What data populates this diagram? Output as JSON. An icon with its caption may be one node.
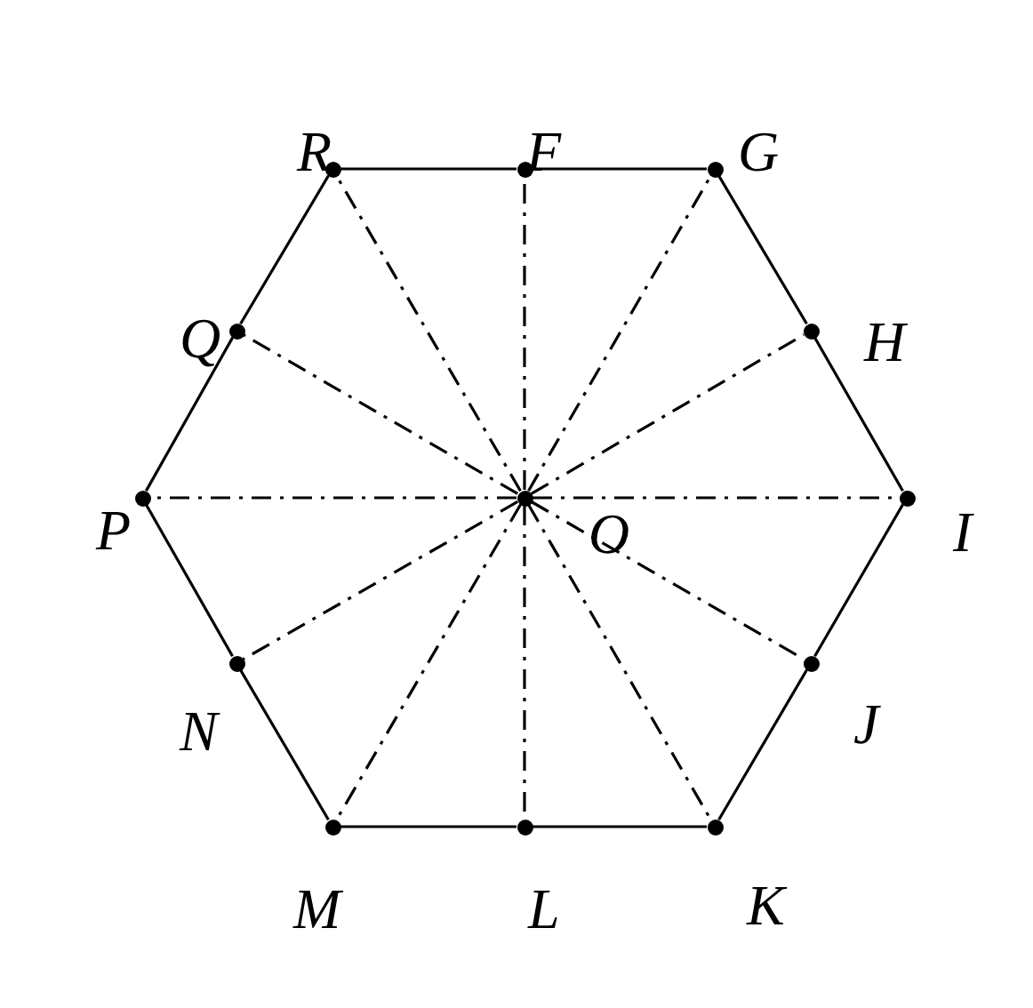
{
  "diagram": {
    "nodes": [
      {
        "text": [
          "R"
        ]
      },
      {
        "text": [
          "F"
        ]
      },
      {
        "text": [
          "G"
        ]
      },
      {
        "text": [
          "H"
        ]
      },
      {
        "text": [
          "I"
        ]
      },
      {
        "text": [
          "J"
        ]
      },
      {
        "text": [
          "K"
        ]
      },
      {
        "text": [
          "L"
        ]
      },
      {
        "text": [
          "M"
        ]
      },
      {
        "text": [
          "N"
        ]
      },
      {
        "text": [
          "P"
        ]
      },
      {
        "text": [
          "Q"
        ]
      },
      {
        "text": [
          "O"
        ]
      }
    ],
    "edges": [
      {
        "from": 0,
        "to": 1,
        "arrow": "none"
      },
      {
        "from": 1,
        "to": 2,
        "arrow": "none"
      },
      {
        "from": 2,
        "to": 3,
        "arrow": "none"
      },
      {
        "from": 3,
        "to": 4,
        "arrow": "none"
      },
      {
        "from": 4,
        "to": 5,
        "arrow": "none"
      },
      {
        "from": 5,
        "to": 6,
        "arrow": "none"
      },
      {
        "from": 6,
        "to": 7,
        "arrow": "none"
      },
      {
        "from": 7,
        "to": 8,
        "arrow": "none"
      },
      {
        "from": 8,
        "to": 9,
        "arrow": "none"
      },
      {
        "from": 9,
        "to": 10,
        "arrow": "none"
      },
      {
        "from": 10,
        "to": 11,
        "arrow": "none"
      },
      {
        "from": 11,
        "to": 0,
        "arrow": "none"
      },
      {
        "from": 12,
        "to": 0,
        "arrow": "none",
        "style": "dashed"
      },
      {
        "from": 12,
        "to": 1,
        "arrow": "none",
        "style": "dashed"
      },
      {
        "from": 12,
        "to": 2,
        "arrow": "none",
        "style": "dashed"
      },
      {
        "from": 12,
        "to": 3,
        "arrow": "none",
        "style": "dashed"
      },
      {
        "from": 12,
        "to": 4,
        "arrow": "none",
        "style": "dashed"
      },
      {
        "from": 12,
        "to": 5,
        "arrow": "none",
        "style": "dashed"
      },
      {
        "from": 12,
        "to": 6,
        "arrow": "none",
        "style": "dashed"
      },
      {
        "from": 12,
        "to": 7,
        "arrow": "none",
        "style": "dashed"
      },
      {
        "from": 12,
        "to": 8,
        "arrow": "none",
        "style": "dashed"
      },
      {
        "from": 12,
        "to": 9,
        "arrow": "none",
        "style": "dashed"
      },
      {
        "from": 12,
        "to": 10,
        "arrow": "none",
        "style": "dashed"
      },
      {
        "from": 12,
        "to": 11,
        "arrow": "none",
        "style": "dashed"
      }
    ]
  }
}
